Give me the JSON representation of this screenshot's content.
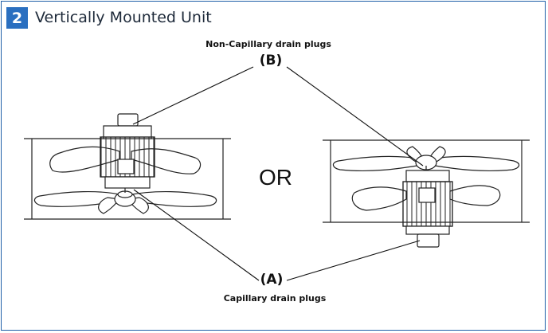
{
  "section": {
    "number": "2",
    "title": "Vertically Mounted Unit"
  },
  "labels": {
    "top_caption": "Non-Capillary drain plugs",
    "top_letter": "(B)",
    "middle": "OR",
    "bottom_letter": "(A)",
    "bottom_caption": "Capillary drain plugs"
  }
}
